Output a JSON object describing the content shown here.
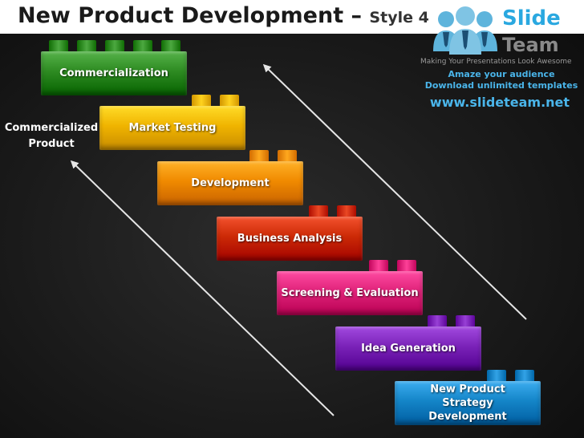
{
  "header": {
    "title": "New Product Development",
    "title_separator": "–",
    "title_suffix": "Style 4"
  },
  "logo": {
    "brand_top": "Slide",
    "brand_bottom": "Team",
    "tagline": "Making Your Presentations Look Awesome",
    "promo_line1": "Amaze your audience",
    "promo_line2": "Download unlimited templates",
    "website": "www.slideteam.net"
  },
  "diagram": {
    "side_label": "Commercialized Product",
    "steps": [
      {
        "label": "Commercialization",
        "color": "#2e8b22"
      },
      {
        "label": "Market Testing",
        "color": "#f0b400"
      },
      {
        "label": "Development",
        "color": "#f08a00"
      },
      {
        "label": "Business Analysis",
        "color": "#cc2a06"
      },
      {
        "label": "Screening & Evaluation",
        "color": "#e0237a"
      },
      {
        "label": "Idea Generation",
        "color": "#7a22b8"
      },
      {
        "label": "New Product Strategy Development",
        "color": "#1485c8"
      }
    ]
  },
  "colors": {
    "background": "#1a1a1a",
    "title_bar": "#ffffff",
    "title_text": "#1a1a1a",
    "arrow": "#e6e6e6",
    "brand_blue": "#2aa8e0"
  }
}
